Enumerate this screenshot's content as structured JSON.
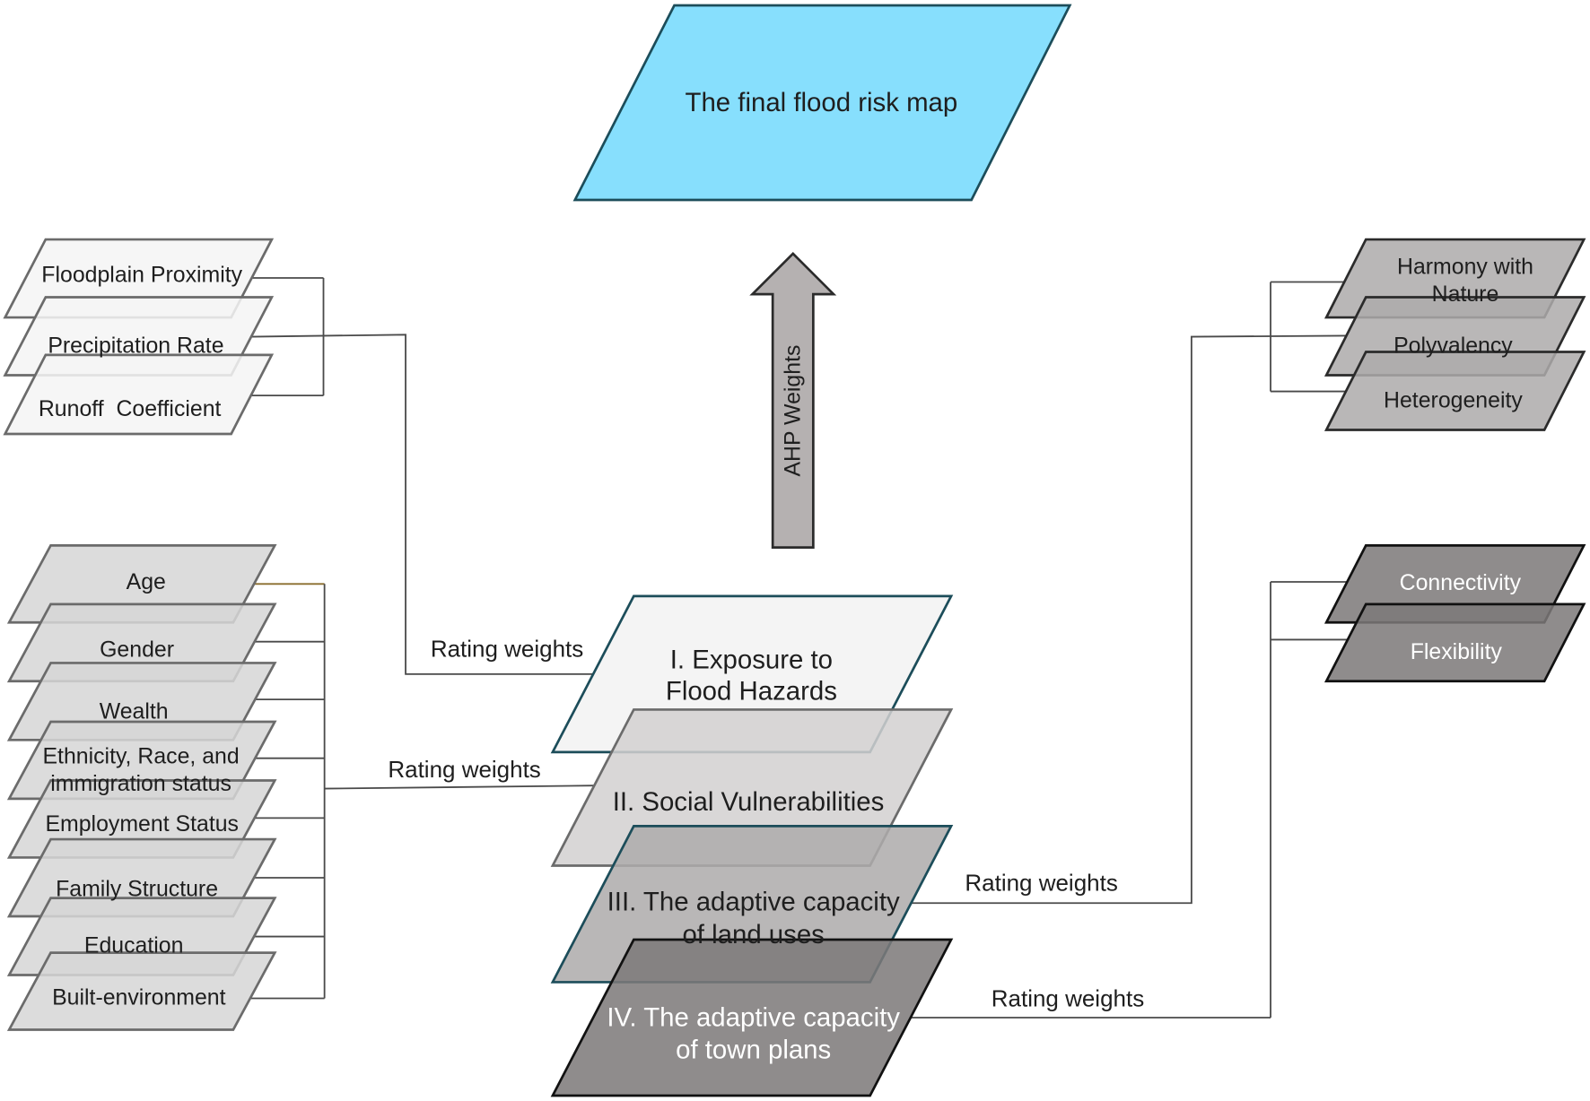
{
  "final_output": {
    "label": "The final flood risk map",
    "fill": "#87dffd"
  },
  "aggregation_arrow": {
    "label": "AHP Weights",
    "fill": "#b5b1b1"
  },
  "hazard_factors": {
    "fill": "#f4f4f4",
    "link_label": "Rating weights",
    "items": [
      {
        "lines": [
          "Floodplain Proximity"
        ]
      },
      {
        "lines": [
          "Precipitation Rate"
        ]
      },
      {
        "lines": [
          "Runoff  Coefficient"
        ]
      }
    ]
  },
  "social_factors": {
    "fill": "#d6d6d6",
    "link_label": "Rating weights",
    "items": [
      {
        "lines": [
          "Age"
        ]
      },
      {
        "lines": [
          "Gender"
        ]
      },
      {
        "lines": [
          "Wealth"
        ]
      },
      {
        "lines": [
          "Ethnicity, Race, and",
          "immigration status"
        ]
      },
      {
        "lines": [
          "Employment Status"
        ]
      },
      {
        "lines": [
          "Family Structure"
        ]
      },
      {
        "lines": [
          "Education"
        ]
      },
      {
        "lines": [
          "Built-environment"
        ]
      }
    ]
  },
  "land_use_factors": {
    "fill": "#adabab",
    "link_label": "Rating weights",
    "items": [
      {
        "lines": [
          "Harmony with",
          "Nature"
        ]
      },
      {
        "lines": [
          "Polyvalency"
        ]
      },
      {
        "lines": [
          "Heterogeneity"
        ]
      }
    ]
  },
  "town_plan_factors": {
    "fill": "#7d7979",
    "link_label": "Rating weights",
    "items": [
      {
        "lines": [
          "Connectivity"
        ]
      },
      {
        "lines": [
          "Flexibility"
        ]
      }
    ]
  },
  "layers": [
    {
      "lines": [
        "I. Exposure to",
        "Flood Hazards"
      ],
      "fill": "#f4f4f4"
    },
    {
      "lines": [
        "II. Social Vulnerabilities"
      ],
      "fill": "#d3d1d1"
    },
    {
      "lines": [
        "III. The adaptive capacity",
        "of land uses"
      ],
      "fill": "#aeabab"
    },
    {
      "lines": [
        "IV. The adaptive capacity",
        "of town plans"
      ],
      "fill": "#7d7979"
    }
  ]
}
